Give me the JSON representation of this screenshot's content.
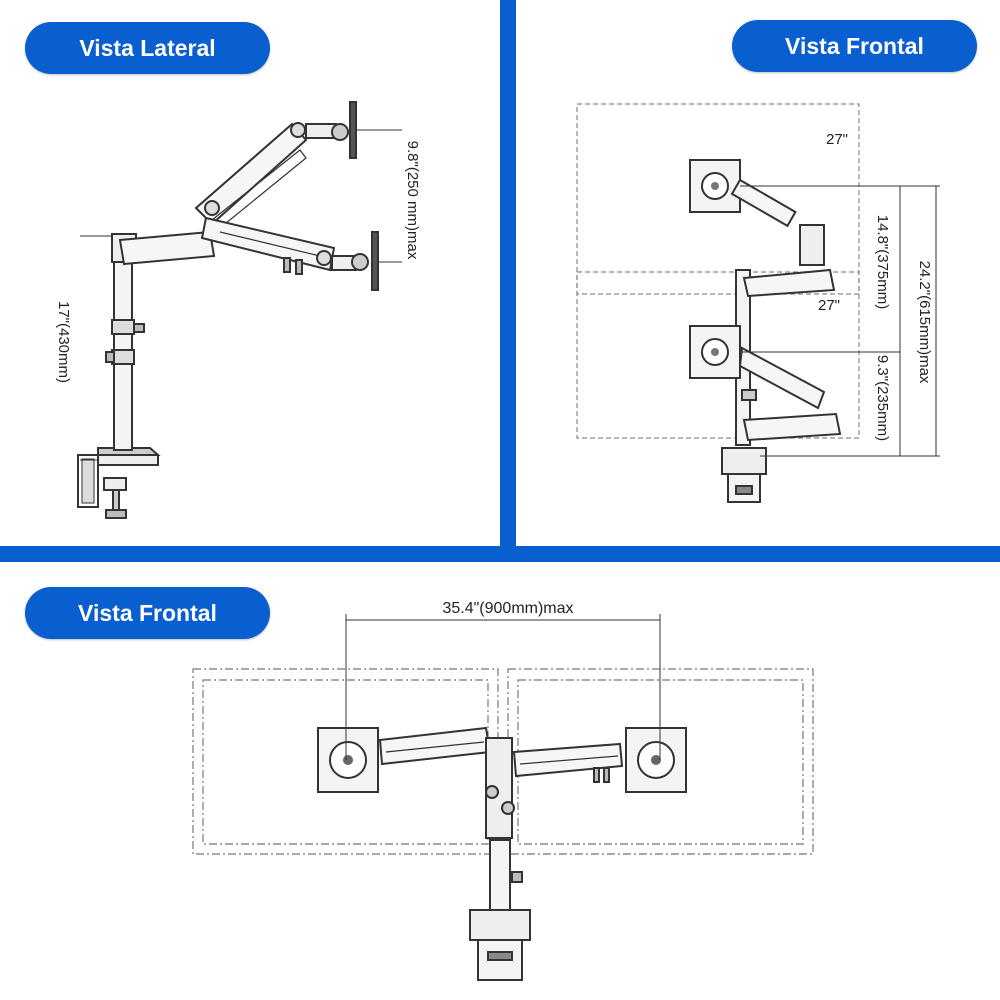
{
  "colors": {
    "accent": "#0a5fd0",
    "line": "#333333",
    "dash": "#777777"
  },
  "panels": {
    "lateral": {
      "title": "Vista Lateral",
      "height_label": "17\"(430mm)",
      "tilt_label": "9.8\"(250 mm)max"
    },
    "frontal_top": {
      "title": "Vista Frontal",
      "monitor_size_top": "27\"",
      "monitor_size_bottom": "27\"",
      "travel_label": "14.8\"(375mm)",
      "total_height_label": "24.2\"(615mm)max",
      "low_offset_label": "9.3\"(235mm)"
    },
    "frontal_bottom": {
      "title": "Vista Frontal",
      "span_label": "35.4\"(900mm)max"
    }
  }
}
